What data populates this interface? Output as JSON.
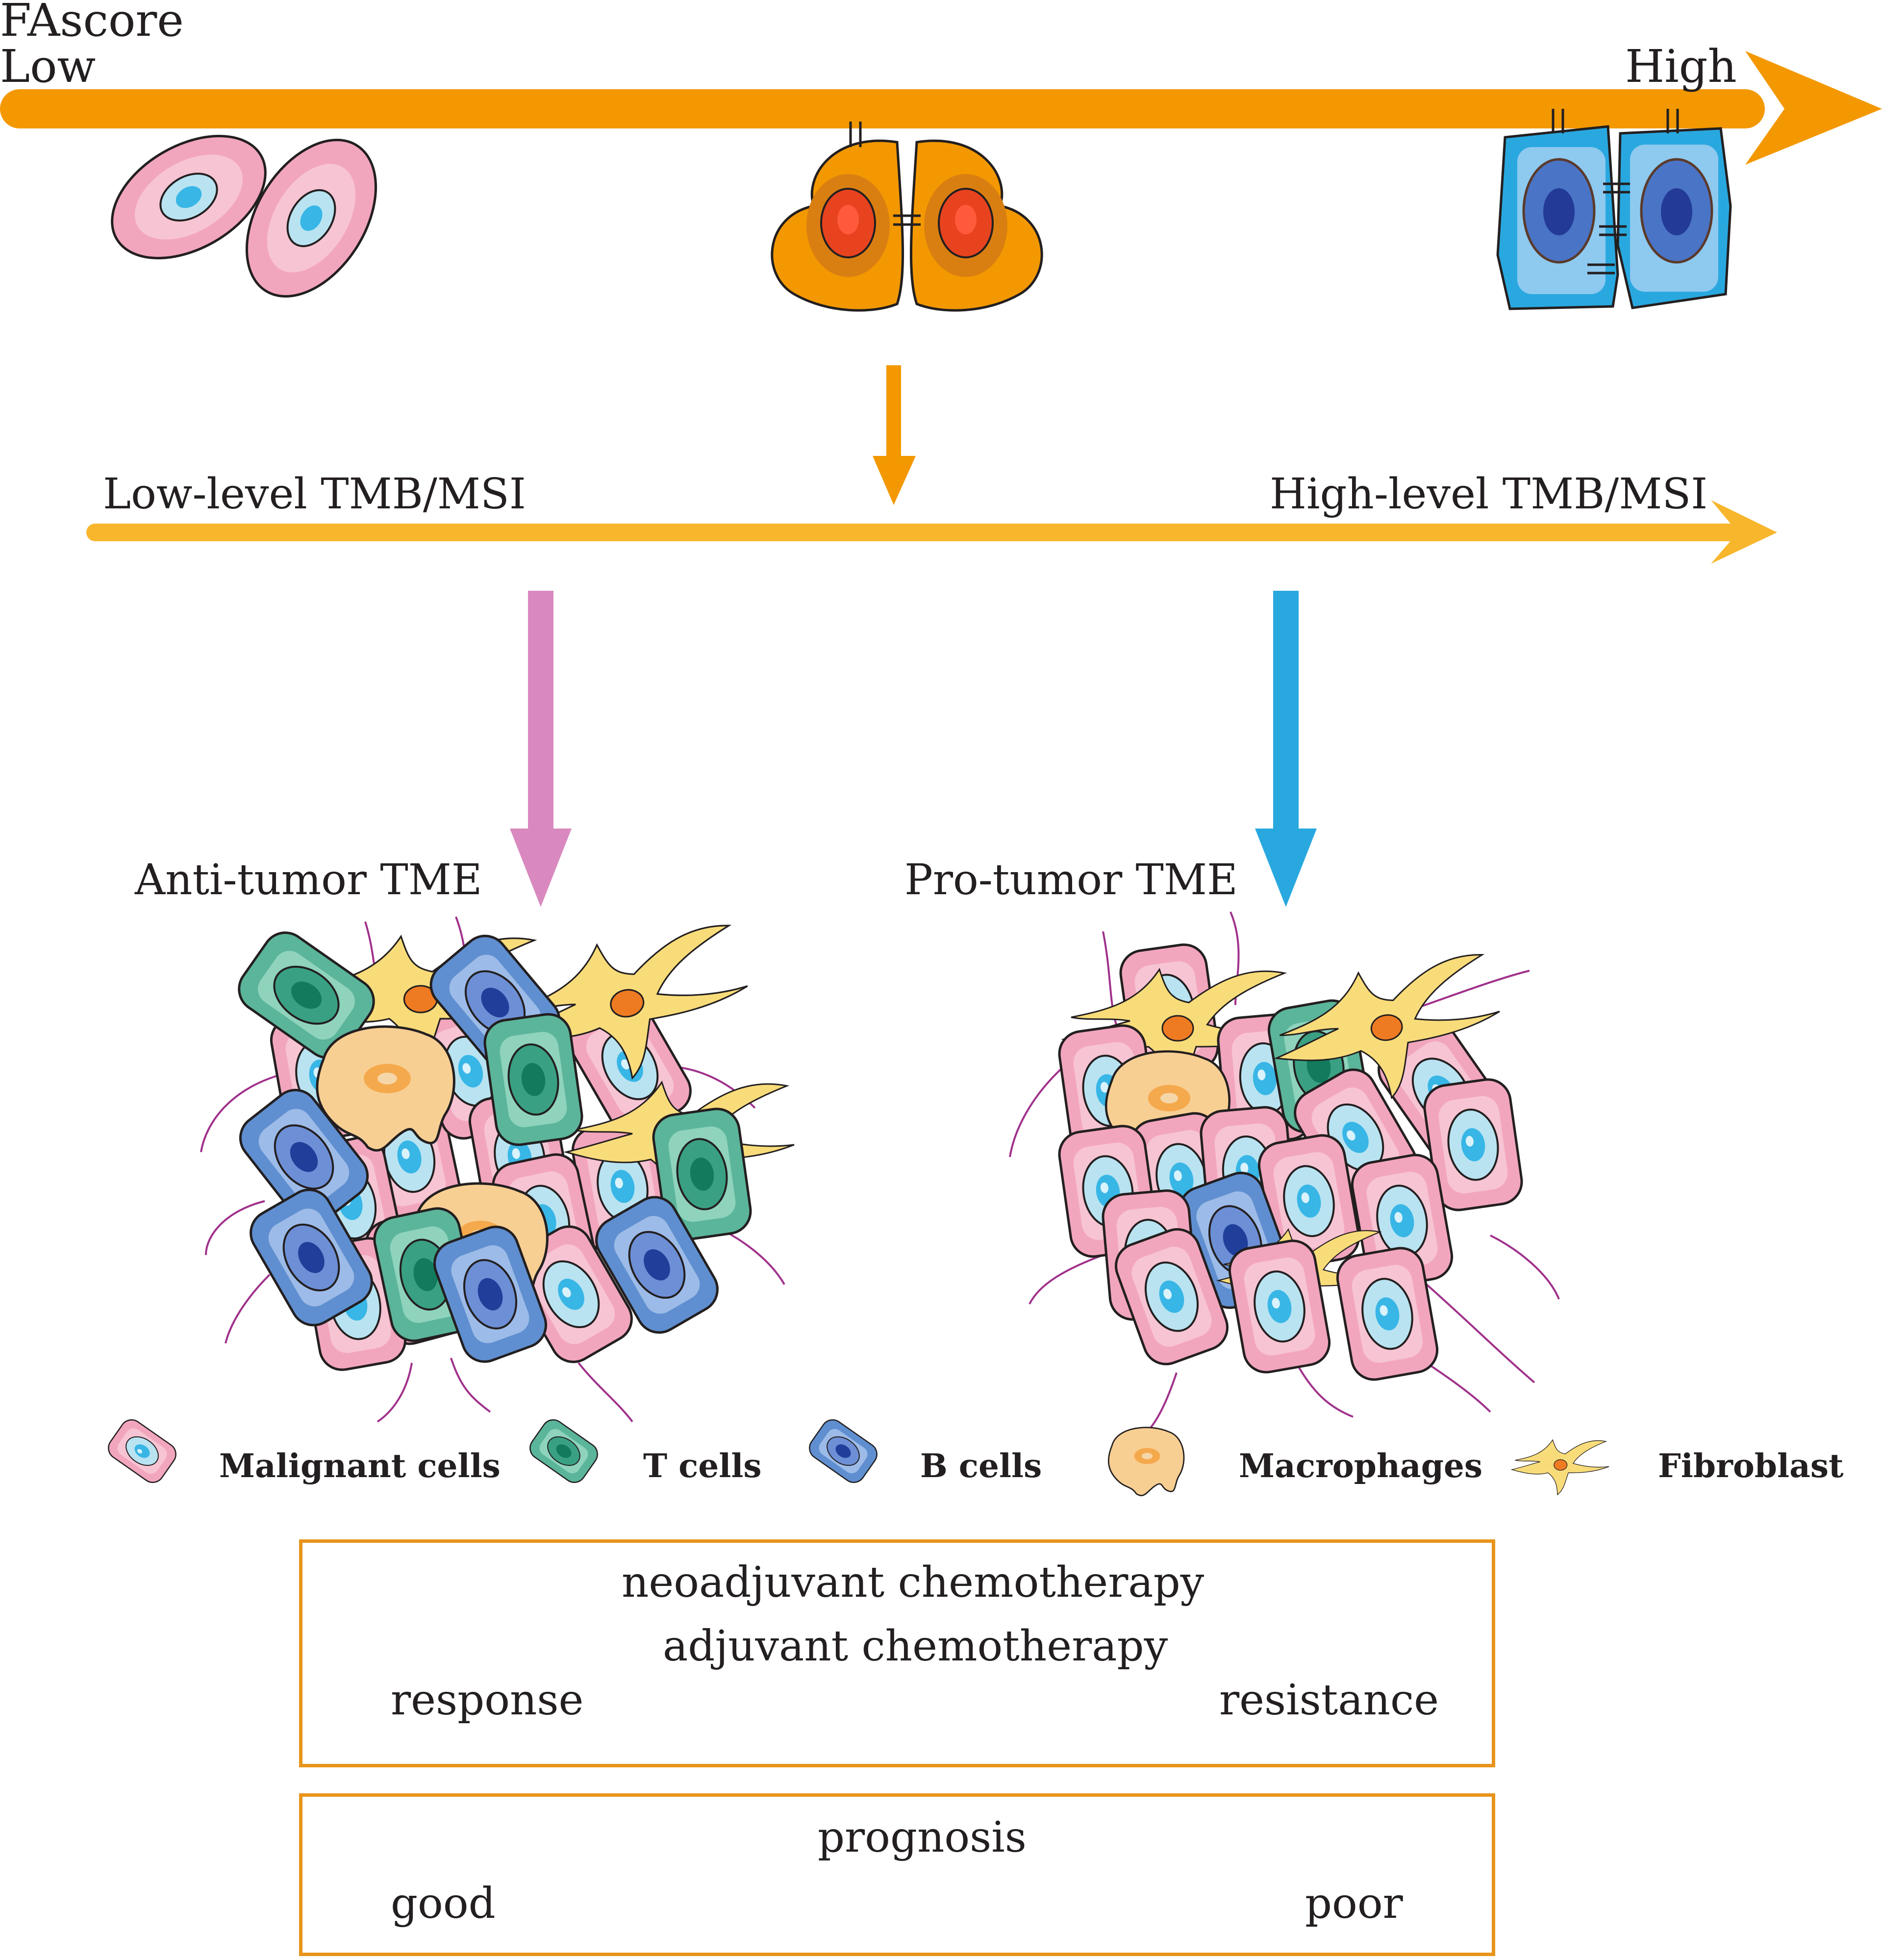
{
  "scale": {
    "title": "FAscore",
    "low": "Low",
    "high": "High"
  },
  "tmb": {
    "low": "Low-level TMB/MSI",
    "high": "High-level TMB/MSI"
  },
  "tme": {
    "anti": "Anti-tumor TME",
    "pro": "Pro-tumor TME"
  },
  "legend": {
    "malignant": "Malignant cells",
    "t_cells": "T cells",
    "b_cells": "B cells",
    "macrophages": "Macrophages",
    "fibroblast": "Fibroblast"
  },
  "chemo_box": {
    "line1": "neoadjuvant chemotherapy",
    "line2": "adjuvant chemotherapy",
    "left": "response",
    "right": "resistance"
  },
  "prognosis_box": {
    "title": "prognosis",
    "left": "good",
    "right": "poor"
  },
  "colors": {
    "main_arrow": "#f39800",
    "tmb_arrow": "#f8b62d",
    "anti_arrow": "#d989bf",
    "pro_arrow": "#29a8e0",
    "box_border": "#e8941a",
    "malignant": "#f2a6bd",
    "t_cell": "#5bb59a",
    "b_cell": "#5f8fd0",
    "macrophage": "#f8cf93",
    "fibroblast": "#f9dc7a",
    "vessel": "#a0318b"
  }
}
